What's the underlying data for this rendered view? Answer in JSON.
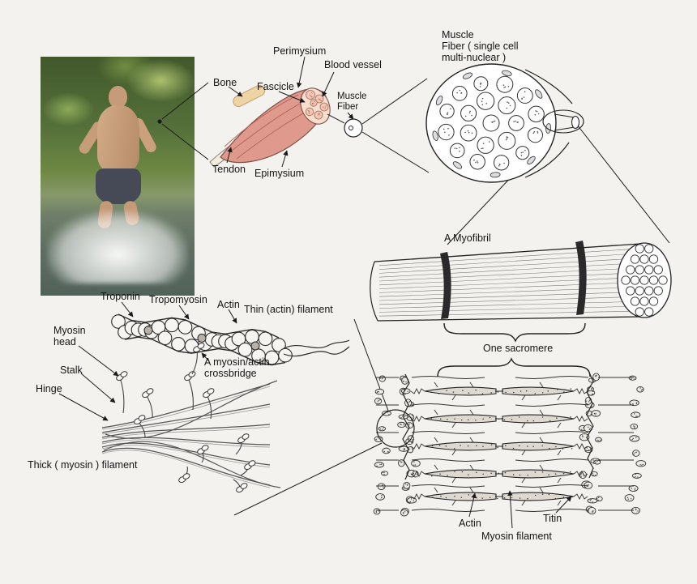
{
  "colors": {
    "background": "#f3f2ef",
    "muscle": "#e09a8d",
    "muscle_cut": "#f7decf",
    "bone": "#eed3a4",
    "tendon": "#f3ece1"
  },
  "photo": {
    "description": "Runner splashing through water"
  },
  "muscle": {
    "bone": "Bone",
    "perimysium": "Perimysium",
    "fascicle": "Fascicle",
    "blood_vessel": "Blood vessel",
    "muscle_fiber": "Muscle\nFiber",
    "tendon": "Tendon",
    "epimysium": "Epimysium"
  },
  "fiber": {
    "label": "Muscle\nFiber ( single cell\nmulti-nuclear )"
  },
  "myofibril": {
    "label": "A Myofibril",
    "sarcomere_label": "One sacromere"
  },
  "thin": {
    "troponin": "Troponin",
    "tropomyosin": "Tropomyosin",
    "actin": "Actin",
    "filament_label": "Thin (actin) filament",
    "crossbridge": "A myosin/actin\ncrossbridge"
  },
  "thick": {
    "myosin_head": "Myosin\nhead",
    "stalk": "Stalk",
    "hinge": "Hinge",
    "filament_label": "Thick ( myosin ) filament"
  },
  "detail": {
    "actin": "Actin",
    "myosin_filament": "Myosin filament",
    "titin": "Titin"
  }
}
